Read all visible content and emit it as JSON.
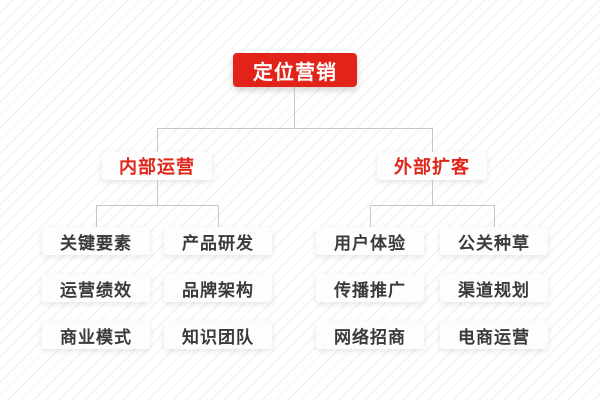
{
  "diagram": {
    "title": "定位营销",
    "root": {
      "label": "定位营销"
    },
    "branches": [
      {
        "label": "内部运营",
        "items": [
          "关键要素",
          "产品研发",
          "运营绩效",
          "品牌架构",
          "商业模式",
          "知识团队"
        ]
      },
      {
        "label": "外部扩客",
        "items": [
          "用户体验",
          "公关种草",
          "传播推广",
          "渠道规划",
          "网络招商",
          "电商运营"
        ]
      }
    ]
  },
  "colors": {
    "accent_red": "#e2231a",
    "branch_text_red": "#e02519",
    "leaf_text": "#3a3a3a",
    "connector_gray": "#c6c6c6",
    "node_background": "#fdfdfd",
    "page_background": "#ffffff",
    "stripe": "#efefef"
  }
}
